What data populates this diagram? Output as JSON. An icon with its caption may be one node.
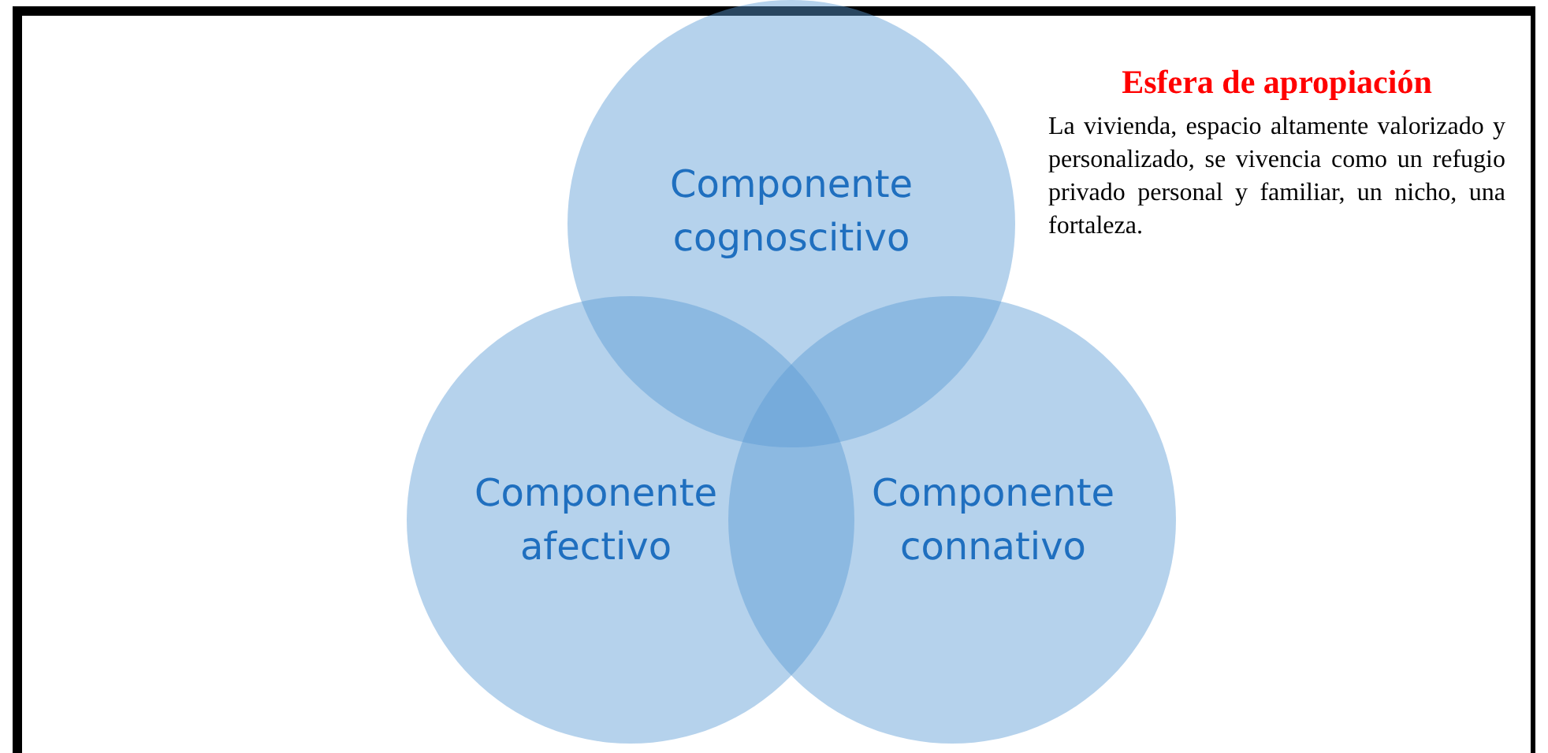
{
  "diagram": {
    "nodes": [
      {
        "text": [
          "Componente cognoscitivo"
        ]
      },
      {
        "text": [
          "Componente afectivo"
        ]
      },
      {
        "text": [
          "Componente connativo"
        ]
      }
    ],
    "labels": [
      "Esfera de apropiación",
      "La vivienda, espacio altamente valorizado y personalizado, se vivencia como un refugio privado personal y familiar, un nicho, una fortaleza."
    ]
  }
}
